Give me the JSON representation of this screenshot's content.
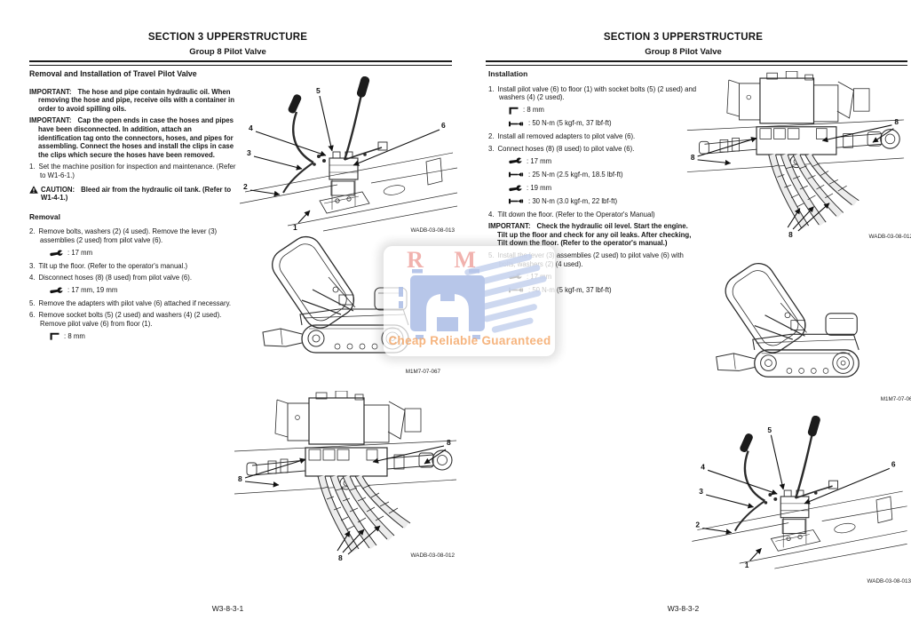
{
  "header": {
    "line1": "SECTION 3 UPPERSTRUCTURE",
    "line2": "Group 8 Pilot Valve"
  },
  "left": {
    "title": "Removal and Installation of Travel Pilot Valve",
    "important1": {
      "label": "IMPORTANT:",
      "text": "The hose and pipe contain hydraulic oil. When removing the hose and pipe, receive oils with a container in order to avoid spilling oils."
    },
    "important2": {
      "label": "IMPORTANT:",
      "text": "Cap the open ends in case the hoses and pipes have been disconnected. In addition, attach an identification tag onto the connectors, hoses, and pipes for assembling. Connect the hoses and install the clips in case the clips which secure the hoses have been removed."
    },
    "step1": {
      "num": "1.",
      "text": "Set the machine position for inspection and maintenance. (Refer to W1-6-1.)"
    },
    "caution": {
      "label": "CAUTION:",
      "text": "Bleed air from the hydraulic oil tank. (Refer to W1-4-1.)"
    },
    "section": "Removal",
    "steps": [
      {
        "num": "2.",
        "text": "Remove bolts, washers (2) (4 used). Remove the lever (3) assemblies (2 used) from pilot valve (6)."
      },
      {
        "num": "3.",
        "text": "Tilt up the floor. (Refer to the operator's manual.)"
      },
      {
        "num": "4.",
        "text": "Disconnect hoses (8) (8 used) from pilot valve (6)."
      },
      {
        "num": "5.",
        "text": "Remove the adapters with pilot valve (6) attached if necessary."
      },
      {
        "num": "6.",
        "text": "Remove socket bolts (5) (2 used) and washers (4) (2 used). Remove pilot valve (6) from floor (1)."
      }
    ],
    "tool_wrench_17": ": 17 mm",
    "tool_wrench_17_19": ": 17 mm, 19 mm",
    "tool_hex_8": ": 8 mm",
    "footer": "W3-8-3-1"
  },
  "right": {
    "section": "Installation",
    "steps": [
      {
        "num": "1.",
        "text": "Install pilot valve (6) to floor (1) with socket bolts (5) (2 used) and washers (4) (2 used)."
      },
      {
        "num": "2.",
        "text": "Install all removed adapters to pilot valve (6)."
      },
      {
        "num": "3.",
        "text": "Connect hoses (8) (8 used) to pilot valve (6)."
      },
      {
        "num": "4.",
        "text": "Tilt down the floor. (Refer to the Operator's Manual)"
      },
      {
        "num": "5.",
        "text": "Install the lever (3) assemblies (2 used) to pilot valve (6) with bolts, washers (2) (4 used)."
      }
    ],
    "important": {
      "label": "IMPORTANT:",
      "text": "Check the hydraulic oil level. Start the engine. Tilt up the floor and check for any oil leaks. After checking, Tilt down the floor. (Refer to the operator's manual.)"
    },
    "tool_hex_8": ": 8 mm",
    "tool_torque_50": ": 50 N-m (5 kgf-m, 37 lbf-ft)",
    "tool_wrench_17": ": 17 mm",
    "tool_torque_25": ": 25 N-m (2.5 kgf-m, 18.5 lbf-ft)",
    "tool_wrench_19": ": 19 mm",
    "tool_torque_30": ": 30 N-m (3.0 kgf-m, 22 lbf-ft)",
    "tool_wrench_17b": ": 17 mm",
    "tool_torque_50b": ": 50 N-m (5 kgf-m, 37 lbf-ft)",
    "footer": "W3-8-3-2"
  },
  "figures": {
    "levers_caption": "WADB-03-08-013",
    "hoses_caption": "WADB-03-08-012",
    "excavator_caption": "M1M7-07-067",
    "lever_callouts": [
      "1",
      "2",
      "3",
      "4",
      "5",
      "6"
    ],
    "hose_callout": "8"
  },
  "watermark": {
    "letters": "R M",
    "tagline": "Cheap Reliable Guaranteed",
    "letters_color": "#ee9d98",
    "tagline_color": "#f5a96b",
    "icon_color": "#b5c4e9"
  }
}
